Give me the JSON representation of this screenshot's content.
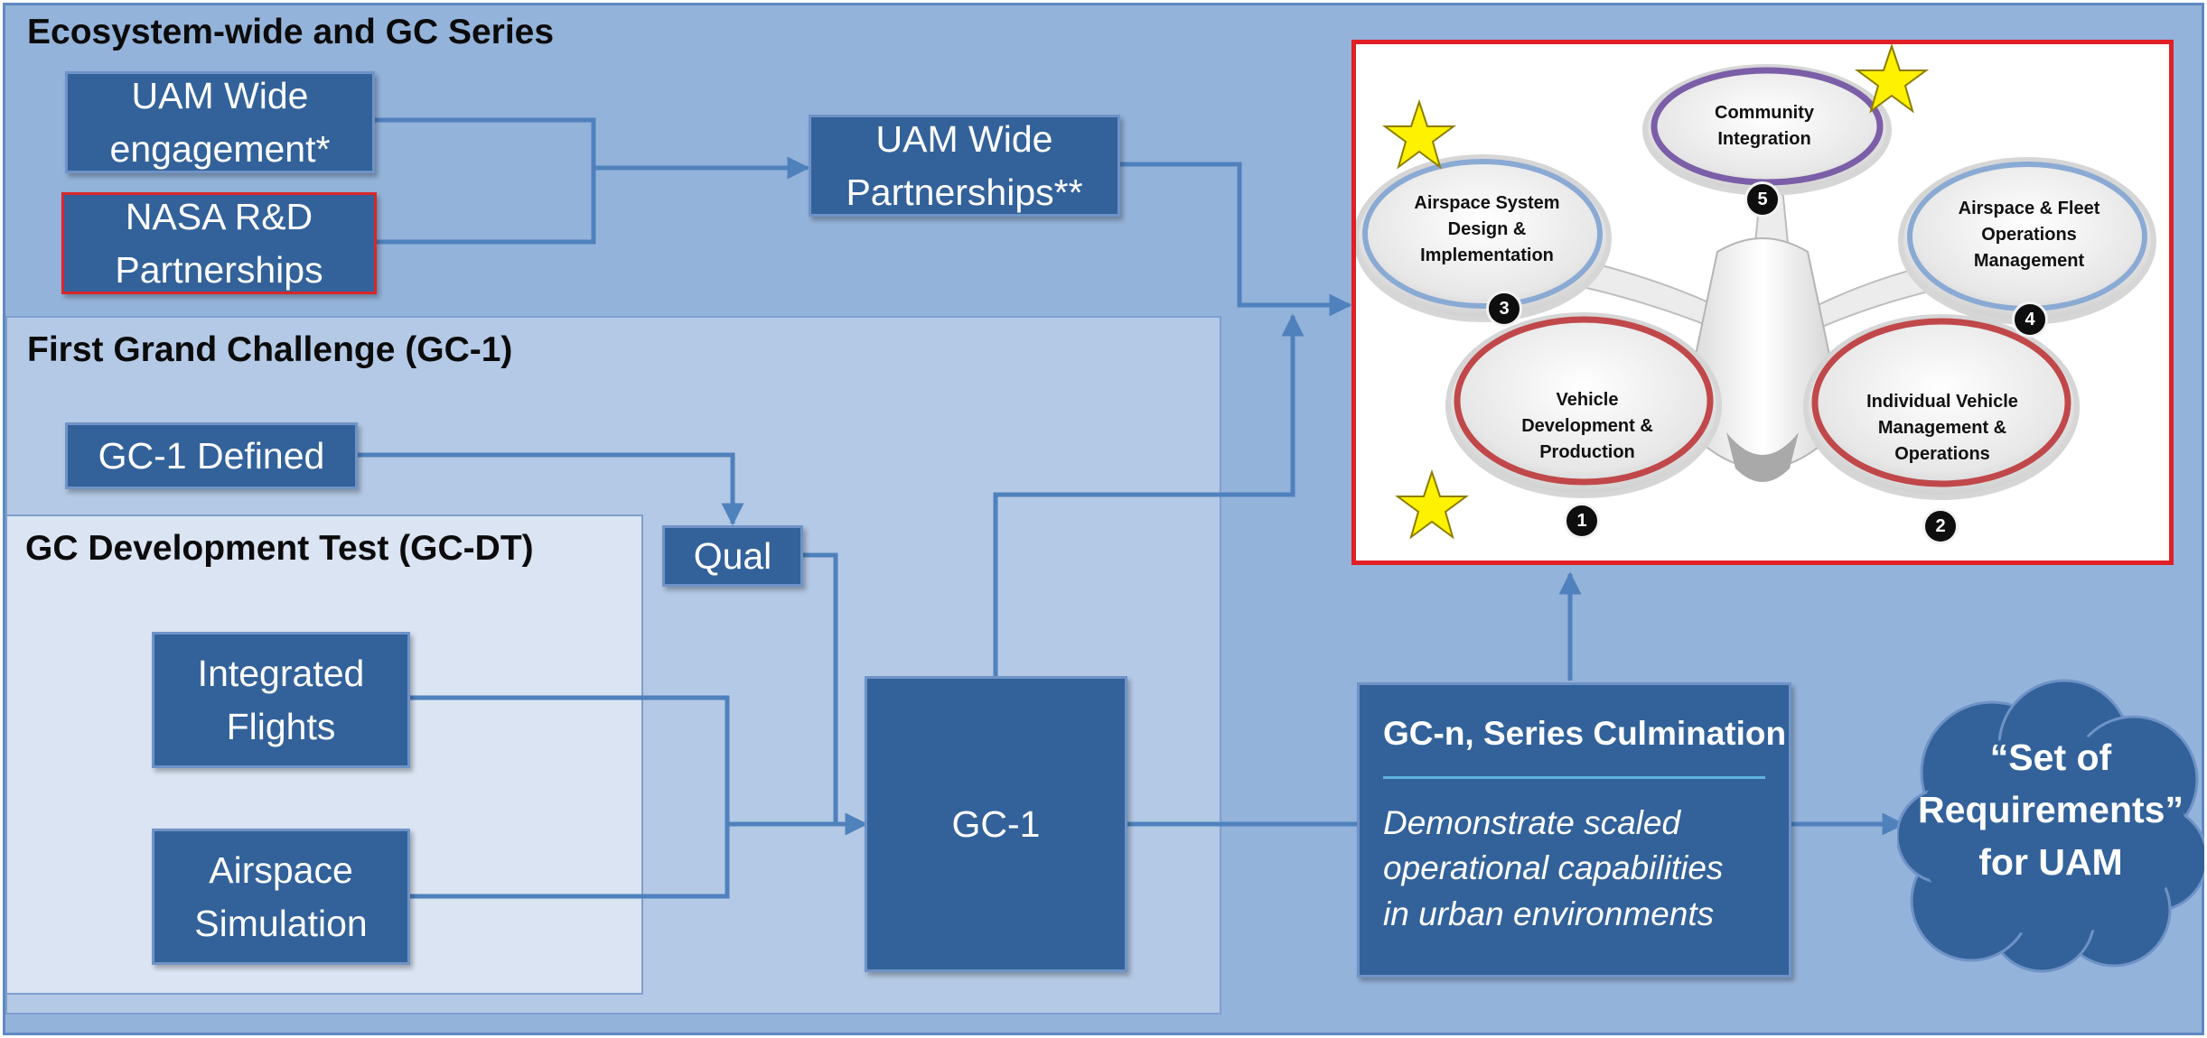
{
  "sections": {
    "ecosystem": "Ecosystem-wide and GC Series",
    "gc1": "First Grand Challenge (GC-1)",
    "gcdt": "GC Development Test (GC-DT)"
  },
  "boxes": {
    "uam_engagement": [
      "UAM Wide",
      "engagement*"
    ],
    "nasa_partnerships": [
      "NASA R&D",
      "Partnerships"
    ],
    "uam_partnerships": [
      "UAM Wide",
      "Partnerships**"
    ],
    "gc1_defined": "GC-1 Defined",
    "qual": "Qual",
    "integrated_flights": [
      "Integrated",
      "Flights"
    ],
    "airspace_simulation": [
      "Airspace",
      "Simulation"
    ],
    "gc1": "GC-1"
  },
  "culmination": {
    "title": "GC-n, Series Culmination",
    "body": [
      "Demonstrate scaled",
      "operational capabilities",
      "in urban environments"
    ]
  },
  "cloud": [
    "“Set of",
    "Requirements”",
    "for UAM"
  ],
  "rotors": [
    {
      "number": "1",
      "label": [
        "Vehicle",
        "Development &",
        "Production"
      ],
      "ring": "#c0484a",
      "starred": true
    },
    {
      "number": "2",
      "label": [
        "Individual Vehicle",
        "Management &",
        "Operations"
      ],
      "ring": "#c0484a",
      "starred": false
    },
    {
      "number": "3",
      "label": [
        "Airspace System",
        "Design &",
        "Implementation"
      ],
      "ring": "#8aaad4",
      "starred": true
    },
    {
      "number": "4",
      "label": [
        "Airspace & Fleet",
        "Operations",
        "Management"
      ],
      "ring": "#8aaad4",
      "starred": false
    },
    {
      "number": "5",
      "label": [
        "Community",
        "Integration"
      ],
      "ring": "#7b5ea7",
      "starred": true
    }
  ],
  "colors": {
    "background": "#94b3da",
    "box_fill": "#33629a",
    "arrow": "#4f81bd",
    "highlight_border": "#e01f26",
    "star": "#fff200"
  }
}
